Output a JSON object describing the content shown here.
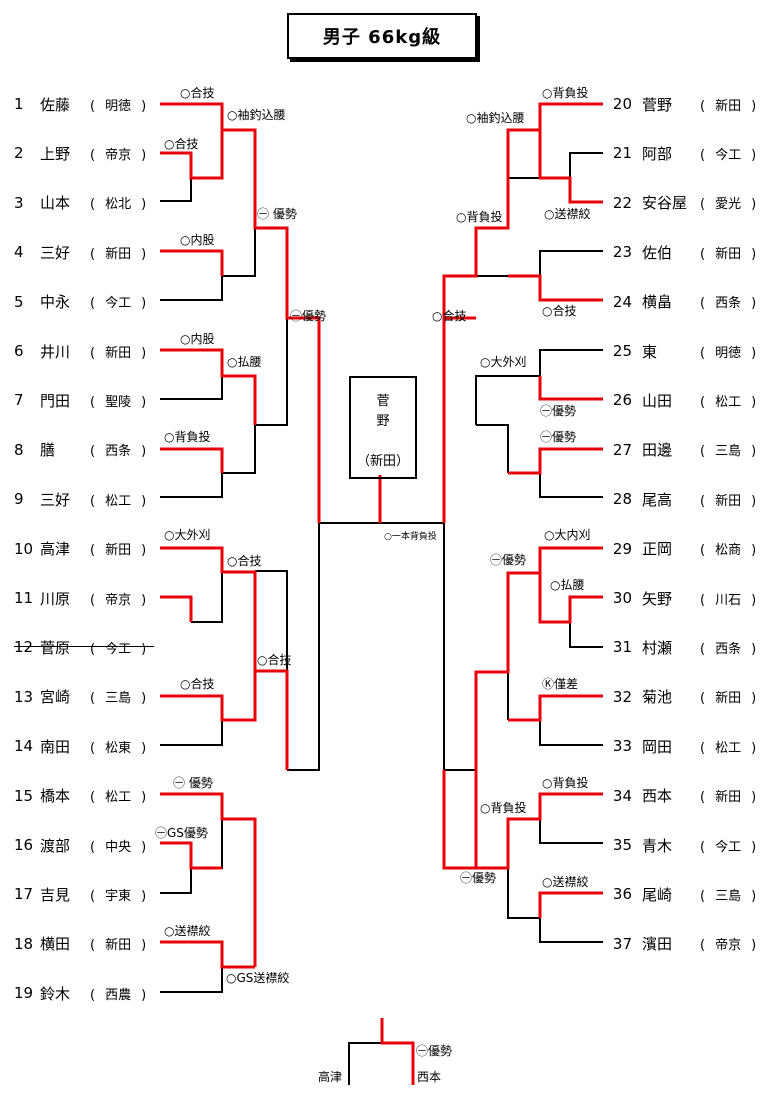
{
  "title": "男子 66kg級",
  "left_players": [
    {
      "num": "1",
      "name": "佐藤",
      "team": "明徳"
    },
    {
      "num": "2",
      "name": "上野",
      "team": "帝京"
    },
    {
      "num": "3",
      "name": "山本",
      "team": "松北"
    },
    {
      "num": "4",
      "name": "三好",
      "team": "新田"
    },
    {
      "num": "5",
      "name": "中永",
      "team": "今工"
    },
    {
      "num": "6",
      "name": "井川",
      "team": "新田"
    },
    {
      "num": "7",
      "name": "門田",
      "team": "聖陵"
    },
    {
      "num": "8",
      "name": "膳",
      "team": "西条"
    },
    {
      "num": "9",
      "name": "三好",
      "team": "松工"
    },
    {
      "num": "10",
      "name": "高津",
      "team": "新田"
    },
    {
      "num": "11",
      "name": "川原",
      "team": "帝京"
    },
    {
      "num": "12",
      "name": "菅原",
      "team": "今工"
    },
    {
      "num": "13",
      "name": "宮崎",
      "team": "三島"
    },
    {
      "num": "14",
      "name": "南田",
      "team": "松東"
    },
    {
      "num": "15",
      "name": "橋本",
      "team": "松工"
    },
    {
      "num": "16",
      "name": "渡部",
      "team": "中央"
    },
    {
      "num": "17",
      "name": "吉見",
      "team": "宇東"
    },
    {
      "num": "18",
      "name": "横田",
      "team": "新田"
    },
    {
      "num": "19",
      "name": "鈴木",
      "team": "西農"
    }
  ],
  "right_players": [
    {
      "num": "20",
      "name": "菅野",
      "team": "新田"
    },
    {
      "num": "21",
      "name": "阿部",
      "team": "今工"
    },
    {
      "num": "22",
      "name": "安谷屋",
      "team": "愛光"
    },
    {
      "num": "23",
      "name": "佐伯",
      "team": "新田"
    },
    {
      "num": "24",
      "name": "横畠",
      "team": "西条"
    },
    {
      "num": "25",
      "name": "東",
      "team": "明徳"
    },
    {
      "num": "26",
      "name": "山田",
      "team": "松工"
    },
    {
      "num": "27",
      "name": "田邊",
      "team": "三島"
    },
    {
      "num": "28",
      "name": "尾高",
      "team": "新田"
    },
    {
      "num": "29",
      "name": "正岡",
      "team": "松商"
    },
    {
      "num": "30",
      "name": "矢野",
      "team": "川石"
    },
    {
      "num": "31",
      "name": "村瀬",
      "team": "西条"
    },
    {
      "num": "32",
      "name": "菊池",
      "team": "新田"
    },
    {
      "num": "33",
      "name": "岡田",
      "team": "松工"
    },
    {
      "num": "34",
      "name": "西本",
      "team": "新田"
    },
    {
      "num": "35",
      "name": "青木",
      "team": "今工"
    },
    {
      "num": "36",
      "name": "尾崎",
      "team": "三島"
    },
    {
      "num": "37",
      "name": "濱田",
      "team": "帝京"
    }
  ],
  "champion": {
    "name_line1": "菅",
    "name_line2": "野",
    "team": "（新田）"
  },
  "final_result": "○一本背負投",
  "third_place": {
    "left": "高津",
    "right": "西本",
    "result": "㊀優勢"
  },
  "results": [
    "○合技",
    "○袖釣込腰",
    "○合技",
    "㊀ 優勢",
    "○内股",
    "㊀優勢",
    "○内股",
    "○払腰",
    "○背負投",
    "○大外刈",
    "○合技",
    "○合技",
    "○合技",
    "㊀ 優勢",
    "㊀GS優勢",
    "○送襟絞",
    "○GS送襟絞",
    "○背負投",
    "○袖釣込腰",
    "○背負投",
    "○送襟絞",
    "○合技",
    "○合技",
    "○大外刈",
    "㊀優勢",
    "㊀優勢",
    "○大内刈",
    "㊀優勢",
    "○払腰",
    "Ⓚ僅差",
    "○背負投",
    "○背負投",
    "㊀優勢",
    "○送襟絞"
  ]
}
